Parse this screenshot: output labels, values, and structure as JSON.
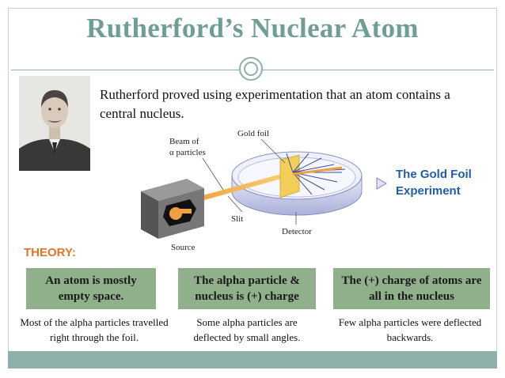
{
  "title": "Rutherford’s Nuclear Atom",
  "intro": "Rutherford proved using experimentation that an atom contains a central nucleus.",
  "diagram": {
    "beam_line1": "Beam of",
    "beam_line2": "α particles",
    "gold_foil": "Gold foil",
    "slit": "Slit",
    "detector": "Detector",
    "source": "Source"
  },
  "experiment": {
    "line1": "The Gold Foil",
    "line2": "Experiment"
  },
  "theory_heading": "THEORY:",
  "theories": [
    {
      "box": "An atom is mostly empty space.",
      "desc": "Most of the alpha particles travelled right through the foil."
    },
    {
      "box": "The alpha particle & nucleus is (+) charge",
      "desc": "Some alpha particles are deflected by small angles."
    },
    {
      "box": "The (+) charge of atoms are all in the nucleus",
      "desc": "Few alpha particles were deflected backwards."
    }
  ],
  "colors": {
    "title": "#6f9e97",
    "box": "#8fb08a",
    "accent": "#e0762a",
    "link": "#1e5fa8"
  }
}
